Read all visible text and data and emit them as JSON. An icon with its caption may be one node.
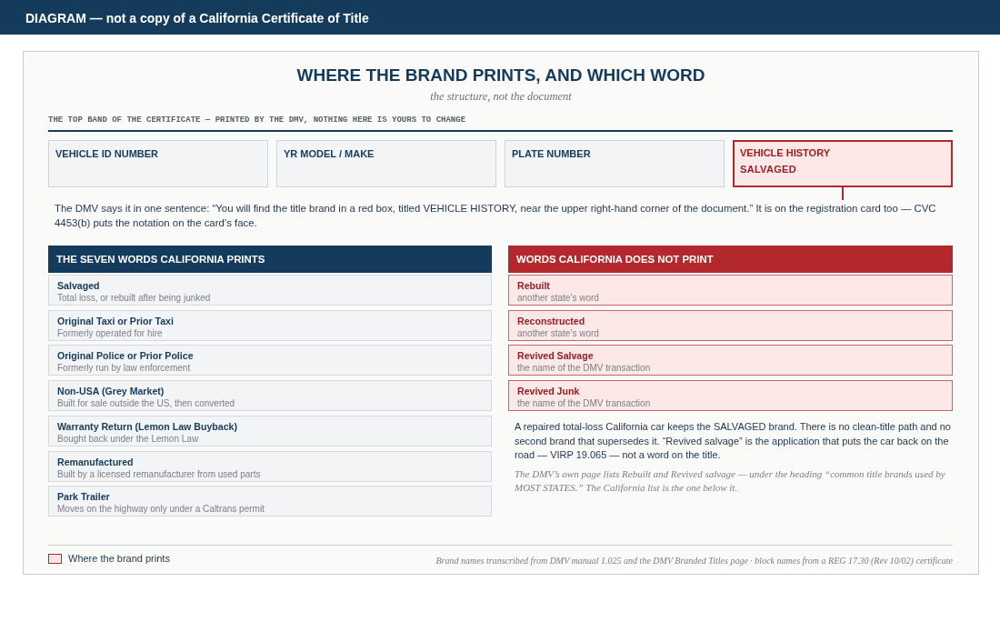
{
  "diagram": {
    "title": "WHERE THE BRAND PRINTS, AND WHICH WORD",
    "nodes": [
      {
        "text": [
          "VEHICLE ID NUMBER"
        ]
      },
      {
        "text": [
          "YR MODEL / MAKE"
        ]
      },
      {
        "text": [
          "PLATE NUMBER"
        ]
      },
      {
        "text": [
          "VEHICLE HISTORY",
          "SALVAGED"
        ]
      },
      {
        "text": [
          "The DMV says it in one sentence: “You will find the title brand in a red box, titled VEHICLE HISTORY, near the upper right-hand corner of the document.” It is on the registration card too — CVC 4453(b) puts the notation on the card’s face."
        ]
      },
      {
        "text": [
          "THE SEVEN WORDS CALIFORNIA PRINTS"
        ]
      },
      {
        "text": [
          "Salvaged",
          "Total loss, or rebuilt after being junked"
        ]
      },
      {
        "text": [
          "Original Taxi or Prior Taxi",
          "Formerly operated for hire"
        ]
      },
      {
        "text": [
          "Original Police or Prior Police",
          "Formerly run by law enforcement"
        ]
      },
      {
        "text": [
          "Non-USA (Grey Market)",
          "Built for sale outside the US, then converted"
        ]
      },
      {
        "text": [
          "Warranty Return (Lemon Law Buyback)",
          "Bought back under the Lemon Law"
        ]
      },
      {
        "text": [
          "Remanufactured",
          "Built by a licensed remanufacturer from used parts"
        ]
      },
      {
        "text": [
          "Park Trailer",
          "Moves on the highway only under a Caltrans permit"
        ]
      },
      {
        "text": [
          "WORDS CALIFORNIA DOES NOT PRINT"
        ]
      },
      {
        "text": [
          "Rebuilt",
          "another state’s word"
        ]
      },
      {
        "text": [
          "Reconstructed",
          "another state’s word"
        ]
      },
      {
        "text": [
          "Revived Salvage",
          "the name of the DMV transaction"
        ]
      },
      {
        "text": [
          "Revived Junk",
          "the name of the DMV transaction"
        ]
      }
    ],
    "edges": [
      {
        "from": 3,
        "to": 4,
        "arrow": "none"
      }
    ],
    "labels": [
      "DIAGRAM — not a copy of a California Certificate of Title",
      "the structure, not the document",
      "THE TOP BAND OF THE CERTIFICATE — PRINTED BY THE DMV, NOTHING HERE IS YOURS TO CHANGE",
      "A repaired total-loss California car keeps the SALVAGED brand. There is no clean-title path and no second brand that supersedes it. “Revived salvage” is the application that puts the car back on the road — VIRP 19.065 — not a word on the title.",
      "The DMV’s own page lists Rebuilt and Revived salvage — under the heading “common title brands used by MOST STATES.” The California list is the one below it.",
      "Brand names transcribed from DMV manual 1.025 and the DMV Branded Titles page · block names from a REG 17.30 (Rev 10/02) certificate"
    ],
    "legend": [
      {
        "text": "Where the brand prints",
        "color": "#b3282d"
      }
    ]
  }
}
